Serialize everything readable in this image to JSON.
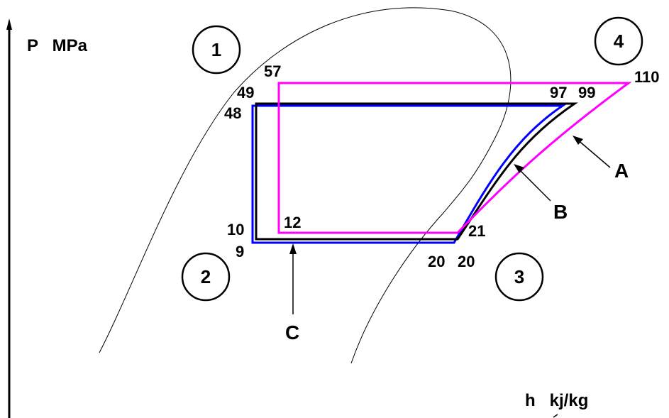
{
  "axes": {
    "y_label": "P   MPa",
    "x_label": "h   kj/kg"
  },
  "zones": [
    {
      "id": "1",
      "label": "1"
    },
    {
      "id": "2",
      "label": "2"
    },
    {
      "id": "3",
      "label": "3"
    },
    {
      "id": "4",
      "label": "4"
    }
  ],
  "cycles": [
    {
      "id": "A",
      "label": "A",
      "color": "#ff00ff",
      "points": {
        "expansion_top": "57",
        "compression_end": "110",
        "evaporator_start": "12",
        "evaporator_end": "21"
      }
    },
    {
      "id": "B",
      "label": "B",
      "color": "#000000",
      "points": {
        "expansion_top": "49",
        "compression_end": "99",
        "evaporator_start": "10",
        "evaporator_end": "20"
      }
    },
    {
      "id": "C",
      "label": "C",
      "color": "#0000ff",
      "points": {
        "expansion_top": "48",
        "compression_end": "97",
        "evaporator_start": "9",
        "evaporator_end": "20"
      }
    }
  ],
  "colors": {
    "dome": "#000000",
    "axis": "#000000"
  }
}
